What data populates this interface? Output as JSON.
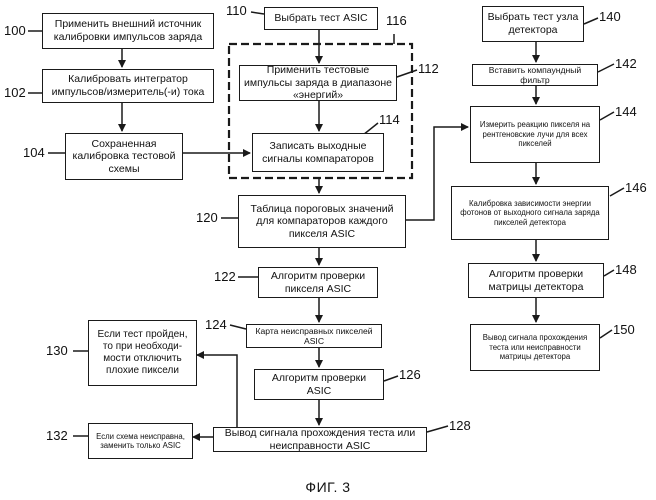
{
  "boxes": {
    "b100": "Применить внешний источник калибровки импульсов заряда",
    "b102": "Калибровать интегратор импульсов/измеритель(-и) тока",
    "b104": "Сохраненная калибровка тестовой схемы",
    "b110": "Выбрать тест ASIC",
    "b112": "Применить тестовые импульсы заряда в диапазоне «энергий»",
    "b114": "Записать выходные сигналы компараторов",
    "b120": "Таблица пороговых значений для компараторов каждого пикселя ASIC",
    "b122": "Алгоритм проверки пикселя ASIC",
    "b124": "Карта неисправных пикселей ASIC",
    "b126": "Алгоритм проверки ASIC",
    "b128": "Вывод сигнала прохождения теста или неисправности ASIC",
    "b130": "Если тест пройден, то при необходи-мости отключить плохие пиксели",
    "b132": "Если схема неисправна, заменить только ASIC",
    "b140": "Выбрать тест узла детектора",
    "b142": "Вставить компаундный фильтр",
    "b144": "Измерить реакцию пикселя на рентгеновские лучи для всех пикселей",
    "b146": "Калибровка зависимости энергии фотонов от выходного сигнала заряда пикселей детектора",
    "b148": "Алгоритм проверки матрицы детектора",
    "b150": "Вывод сигнала прохождения теста или неисправности матрицы детектора"
  },
  "refs": {
    "r100": "100",
    "r102": "102",
    "r104": "104",
    "r110": "110",
    "r112": "112",
    "r114": "114",
    "r116": "116",
    "r120": "120",
    "r122": "122",
    "r124": "124",
    "r126": "126",
    "r128": "128",
    "r130": "130",
    "r132": "132",
    "r140": "140",
    "r142": "142",
    "r144": "144",
    "r146": "146",
    "r148": "148",
    "r150": "150"
  },
  "caption": "ФИГ. 3"
}
